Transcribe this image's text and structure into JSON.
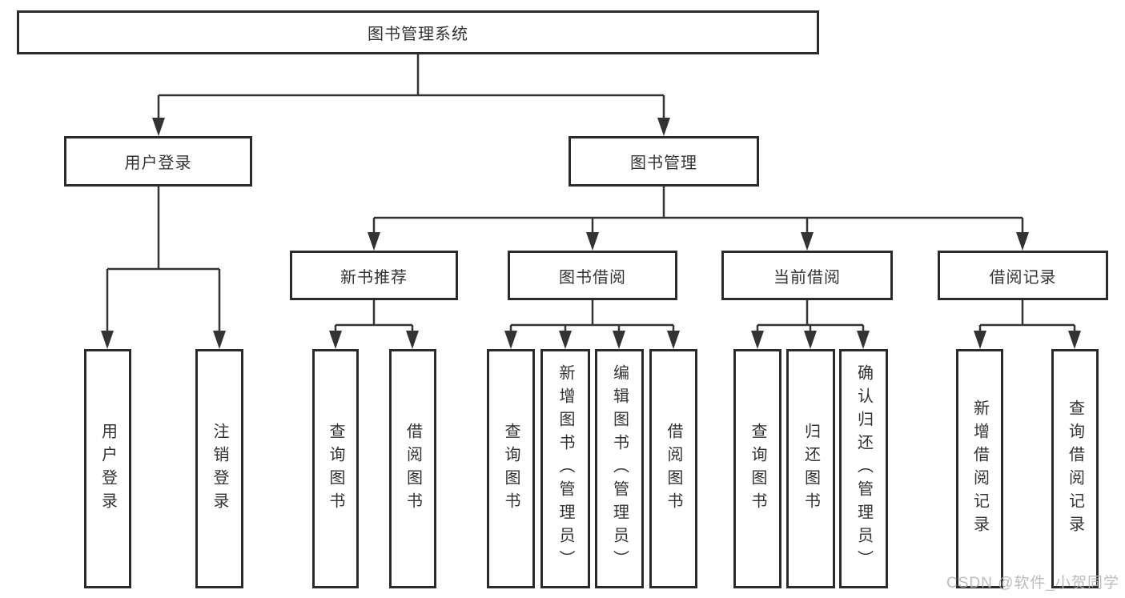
{
  "diagram_title": "图书管理系统",
  "colors": {
    "box_border": "#2b2b2b",
    "connector_line": "#333333",
    "text": "#333333",
    "watermark": "#b5b5b5"
  },
  "nodes": {
    "root": {
      "label": "图书管理系统"
    },
    "user_login": {
      "label": "用户登录",
      "children": [
        {
          "label": "用户登录"
        },
        {
          "label": "注销登录"
        }
      ]
    },
    "book_mgmt": {
      "label": "图书管理",
      "children": [
        {
          "label": "新书推荐"
        },
        {
          "label": "图书借阅"
        },
        {
          "label": "当前借阅"
        },
        {
          "label": "借阅记录"
        }
      ]
    },
    "new_book_rec": {
      "label": "新书推荐",
      "children": [
        {
          "label": "查询图书"
        },
        {
          "label": "借阅图书"
        }
      ]
    },
    "book_borrow": {
      "label": "图书借阅",
      "children": [
        {
          "label": "查询图书"
        },
        {
          "label": "新增图书（管理员）"
        },
        {
          "label": "编辑图书（管理员）"
        },
        {
          "label": "借阅图书"
        }
      ]
    },
    "current_borrow": {
      "label": "当前借阅",
      "children": [
        {
          "label": "查询图书"
        },
        {
          "label": "归还图书"
        },
        {
          "label": "确认归还（管理员）"
        }
      ]
    },
    "borrow_records": {
      "label": "借阅记录",
      "children": [
        {
          "label": "新增借阅记录"
        },
        {
          "label": "查询借阅记录"
        }
      ]
    }
  },
  "watermark": {
    "text": "CSDN @软件_小贺同学"
  }
}
